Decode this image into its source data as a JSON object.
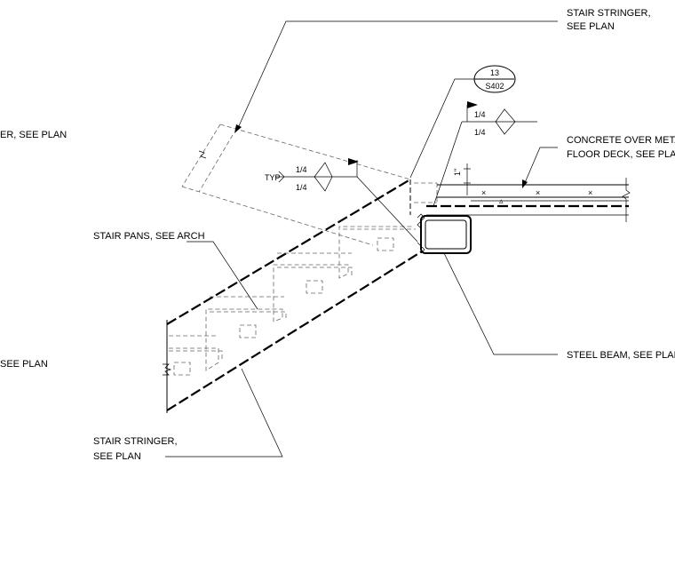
{
  "labels": {
    "stringer_top_line1": "STAIR STRINGER,",
    "stringer_top_line2": "SEE PLAN",
    "left_partial_1": "ER, SEE PLAN",
    "left_partial_2": "SEE PLAN",
    "stair_pans": "STAIR PANS, SEE ARCH",
    "stringer_bottom_line1": "STAIR STRINGER,",
    "stringer_bottom_line2": "SEE PLAN",
    "concrete_line1": "CONCRETE OVER METAL",
    "concrete_line2": "FLOOR DECK, SEE PLAN",
    "steel_beam": "STEEL BEAM, SEE PLAN"
  },
  "detail_tag": {
    "number": "13",
    "sheet": "S402"
  },
  "weld_left": {
    "note": "TYP",
    "size_top": "1/4",
    "size_bottom": "1/4"
  },
  "weld_right": {
    "size_top": "1/4",
    "size_bottom": "1/4"
  },
  "dimension": {
    "text": "1\""
  }
}
